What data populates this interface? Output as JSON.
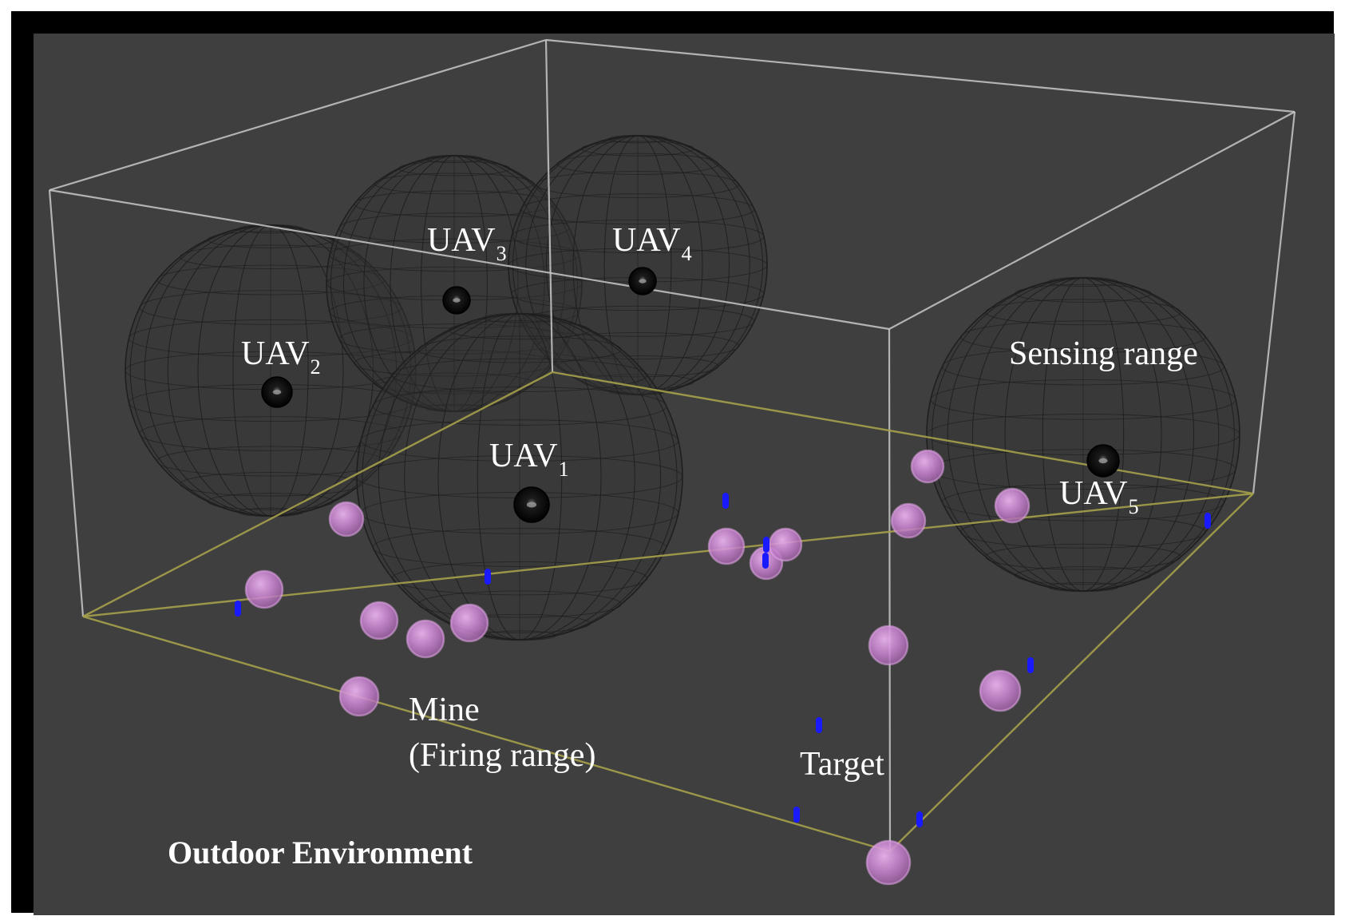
{
  "labels": {
    "uav_prefix": "UAV",
    "uav1_sub": "1",
    "uav2_sub": "2",
    "uav3_sub": "3",
    "uav4_sub": "4",
    "uav5_sub": "5",
    "sensing_range": "Sensing range",
    "mine": "Mine",
    "firing_range": "(Firing range)",
    "target": "Target",
    "environment": "Outdoor Environment"
  },
  "colors": {
    "background": "#3f3f3f",
    "frame": "#000000",
    "box_edges": "#c8c8c8",
    "ground_edges": "#a5a04a",
    "sphere_mesh": "#1f1f1f",
    "uav": "#050505",
    "mine": "#d08bd6",
    "target": "#1a1aff"
  },
  "icons": {
    "uav": "black-sphere",
    "mine": "pink-translucent-sphere",
    "target": "blue-capsule",
    "sensing_range": "wireframe-sphere"
  }
}
